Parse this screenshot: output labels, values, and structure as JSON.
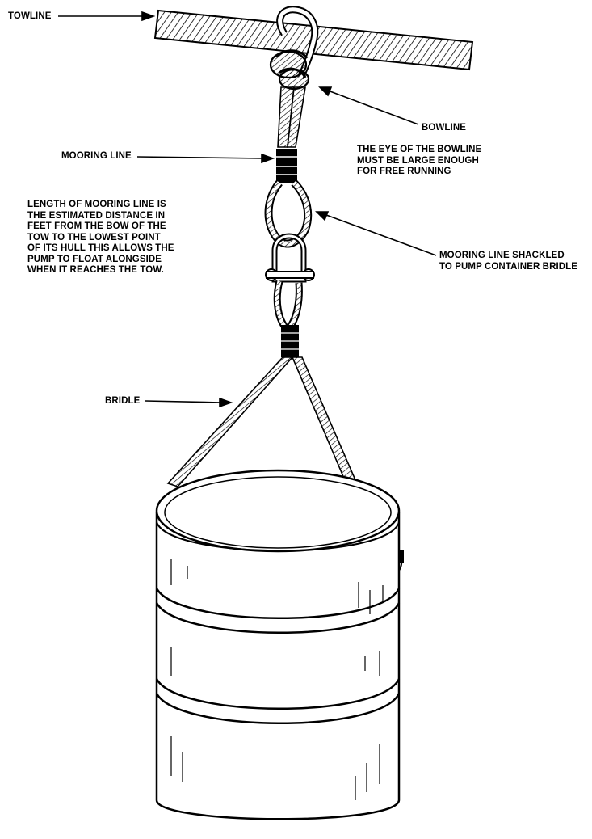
{
  "labels": {
    "towline": "TOWLINE",
    "bowline": "BOWLINE",
    "bowline_note": [
      "THE EYE OF THE BOWLINE",
      "MUST BE LARGE ENOUGH",
      "FOR FREE RUNNING"
    ],
    "mooring_line": "MOORING LINE",
    "length_note": [
      "LENGTH OF MOORING LINE IS",
      "THE ESTIMATED DISTANCE IN",
      "FEET FROM THE BOW OF THE",
      "TOW TO THE LOWEST POINT",
      "OF ITS HULL THIS ALLOWS THE",
      "PUMP TO FLOAT ALONGSIDE",
      "WHEN IT REACHES THE TOW."
    ],
    "shackle_note": [
      "MOORING LINE SHACKLED",
      "TO PUMP CONTAINER BRIDLE"
    ],
    "bridle": "BRIDLE"
  },
  "colors": {
    "ink": "#000000",
    "paper": "#ffffff"
  }
}
